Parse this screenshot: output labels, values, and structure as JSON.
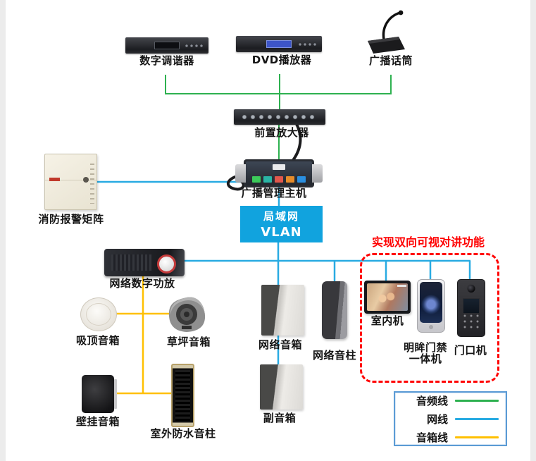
{
  "diagram": {
    "nodes": {
      "tuner": {
        "label": "数字调谐器"
      },
      "dvd_player": {
        "label": "DVD播放器"
      },
      "broadcast_mic": {
        "label": "广播话筒"
      },
      "preamp": {
        "label": "前置放大器"
      },
      "fire_matrix": {
        "label": "消防报警矩阵"
      },
      "broadcast_host": {
        "label": "广播管理主机"
      },
      "vlan": {
        "line1": "局域网",
        "line2": "VLAN"
      },
      "network_amp": {
        "label": "网络数字功放"
      },
      "ceiling_speaker": {
        "label": "吸顶音箱"
      },
      "lawn_speaker": {
        "label": "草坪音箱"
      },
      "network_speaker": {
        "label": "网络音箱"
      },
      "network_column": {
        "label": "网络音柱"
      },
      "aux_speaker": {
        "label": "副音箱"
      },
      "wall_speaker": {
        "label": "壁挂音箱"
      },
      "outdoor_column": {
        "label": "室外防水音柱"
      },
      "indoor_unit": {
        "label": "室内机"
      },
      "access_unit": {
        "label_line1": "明眸门禁",
        "label_line2": "一体机"
      },
      "door_unit": {
        "label": "门口机"
      }
    },
    "intercom_group": {
      "title": "实现双向可视对讲功能"
    },
    "legend": {
      "items": [
        {
          "label": "音频线",
          "color": "#2eb150"
        },
        {
          "label": "网线",
          "color": "#29abe2"
        },
        {
          "label": "音箱线",
          "color": "#ffc000"
        }
      ]
    },
    "colors": {
      "audio_line": "#2eb150",
      "network_line": "#29abe2",
      "speaker_line": "#ffc000",
      "vlan_fill": "#11a3de",
      "group_border": "#ff0000",
      "legend_border": "#5b9bd5"
    }
  }
}
